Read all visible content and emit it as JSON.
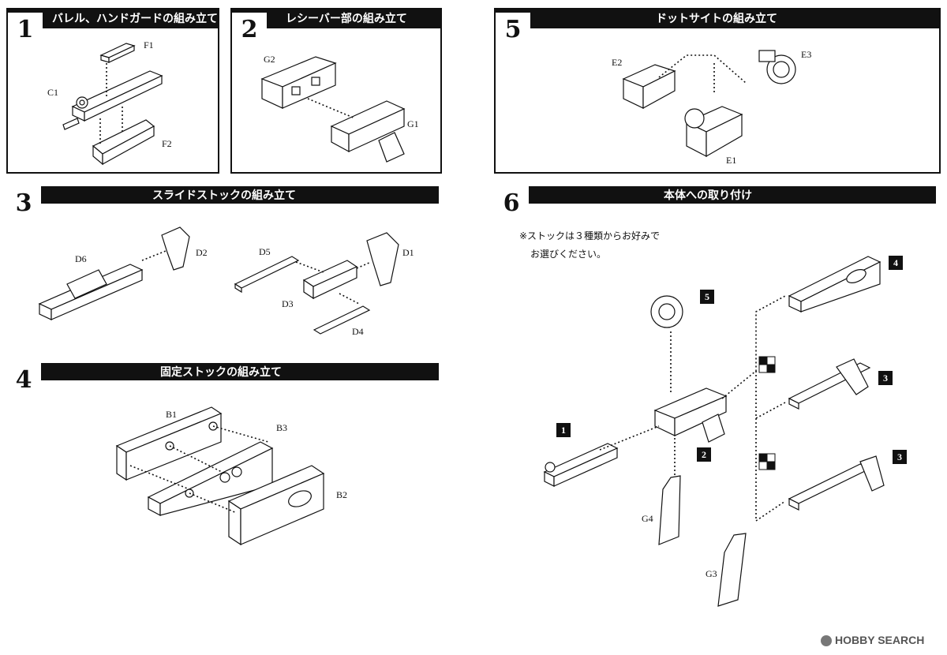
{
  "steps": [
    {
      "num": "1",
      "title": "バレル、ハンドガードの組み立て"
    },
    {
      "num": "2",
      "title": "レシーバー部の組み立て"
    },
    {
      "num": "3",
      "title": "スライドストックの組み立て"
    },
    {
      "num": "4",
      "title": "固定ストックの組み立て"
    },
    {
      "num": "5",
      "title": "ドットサイトの組み立て"
    },
    {
      "num": "6",
      "title": "本体への取り付け"
    }
  ],
  "parts": {
    "s1": [
      "F1",
      "C1",
      "F2"
    ],
    "s2": [
      "G2",
      "G1"
    ],
    "s3": [
      "D6",
      "D2",
      "D5",
      "D1",
      "D3",
      "D4"
    ],
    "s4": [
      "B1",
      "B3",
      "B2"
    ],
    "s5": [
      "E2",
      "E3",
      "E1"
    ],
    "s6": [
      "G4",
      "G3"
    ]
  },
  "note": {
    "line1": "※ストックは３種類からお好みで",
    "line2": "お選びください。"
  },
  "badges": [
    "5",
    "4",
    "3",
    "3",
    "1",
    "2"
  ],
  "watermark": "HOBBY SEARCH"
}
